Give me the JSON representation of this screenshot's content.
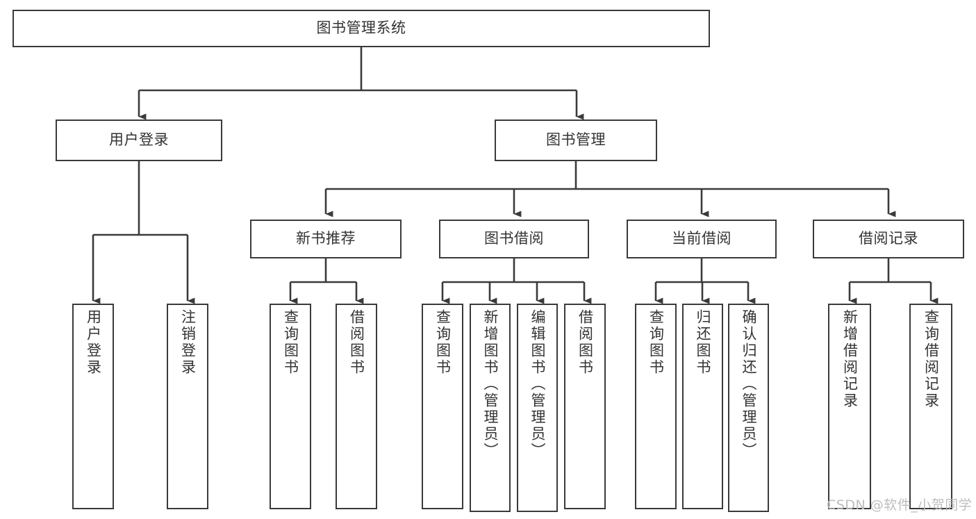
{
  "diagram": {
    "title": "图书管理系统",
    "type": "tree-hierarchy",
    "stroke_color": "#3a3a3a",
    "text_color": "#333333",
    "background_color": "#ffffff"
  },
  "nodes": {
    "root": {
      "label": "图书管理系统"
    },
    "level2": [
      {
        "id": "user-login",
        "label": "用户登录"
      },
      {
        "id": "book-management",
        "label": "图书管理"
      }
    ],
    "level3": [
      {
        "id": "new-book-recommend",
        "label": "新书推荐"
      },
      {
        "id": "book-borrow",
        "label": "图书借阅"
      },
      {
        "id": "current-borrow",
        "label": "当前借阅"
      },
      {
        "id": "borrow-record",
        "label": "借阅记录"
      }
    ],
    "leaves": {
      "user_login": [
        {
          "id": "leaf-user-login",
          "label": "用户登录"
        },
        {
          "id": "leaf-logout-login",
          "label": "注销登录"
        }
      ],
      "new_book_recommend": [
        {
          "id": "leaf-query-book-1",
          "label": "查询图书"
        },
        {
          "id": "leaf-borrow-book-1",
          "label": "借阅图书"
        }
      ],
      "book_borrow": [
        {
          "id": "leaf-query-book-2",
          "label": "查询图书"
        },
        {
          "id": "leaf-add-book",
          "label": "新增图书（管理员）"
        },
        {
          "id": "leaf-edit-book",
          "label": "编辑图书（管理员）"
        },
        {
          "id": "leaf-borrow-book-2",
          "label": "借阅图书"
        }
      ],
      "current_borrow": [
        {
          "id": "leaf-query-book-3",
          "label": "查询图书"
        },
        {
          "id": "leaf-return-book",
          "label": "归还图书"
        },
        {
          "id": "leaf-confirm-return",
          "label": "确认归还（管理员）"
        }
      ],
      "borrow_record": [
        {
          "id": "leaf-add-record",
          "label": "新增借阅记录"
        },
        {
          "id": "leaf-query-record",
          "label": "查询借阅记录"
        }
      ]
    }
  },
  "watermark": {
    "text": "CSDN @软件_小贺同学"
  }
}
